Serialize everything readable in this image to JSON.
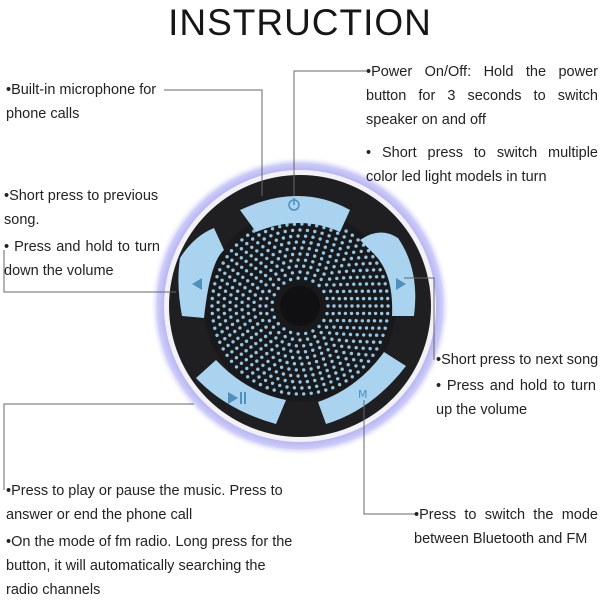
{
  "title": "INSTRUCTION",
  "colors": {
    "button_blue": "#a9d3ee",
    "glow": "#8e8cf0",
    "body": "#1f1f21",
    "dots": "#8fc7e8"
  },
  "icons": [
    "power-icon",
    "previous-icon",
    "next-icon",
    "play-pause-icon",
    "mode-icon"
  ],
  "annotations": {
    "microphone": "•Built-in microphone for phone calls",
    "power_1": "•Power On/Off: Hold the power button for 3 seconds to switch speaker on and off",
    "power_2": "• Short press to switch multiple color led light models in turn",
    "previous_1": "•Short press to previous song.",
    "previous_2": "• Press and hold to turn down the volume",
    "next_1": "•Short press to next song",
    "next_2": "• Press and hold to turn up the volume",
    "play_1": "•Press to play or pause the music. Press to answer or end the phone call",
    "play_2": "•On the mode of fm radio. Long press for the button, it will automatically searching the radio channels",
    "mode": "•Press to switch the mode between Bluetooth and FM"
  }
}
